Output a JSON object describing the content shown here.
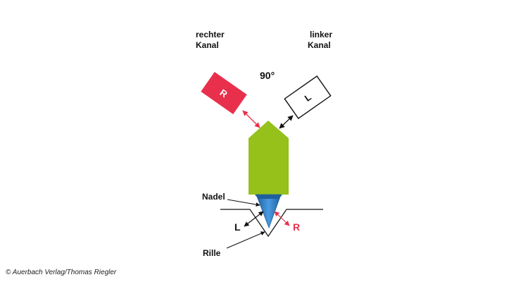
{
  "labels": {
    "right_channel_line1": "rechter",
    "right_channel_line2": "Kanal",
    "left_channel_line1": "linker",
    "left_channel_line2": "Kanal",
    "angle": "90°",
    "right_box": "R",
    "left_box": "L",
    "needle": "Nadel",
    "groove": "Rille",
    "groove_left_dir": "L",
    "groove_right_dir": "R"
  },
  "copyright": "© Auerbach Verlag/Thomas Riegler",
  "colors": {
    "right_channel": "#e8304c",
    "left_channel_fill": "#ffffff",
    "stylus_body": "#95c11a",
    "needle_tip": "#2f7fc8",
    "outline": "#111111"
  }
}
